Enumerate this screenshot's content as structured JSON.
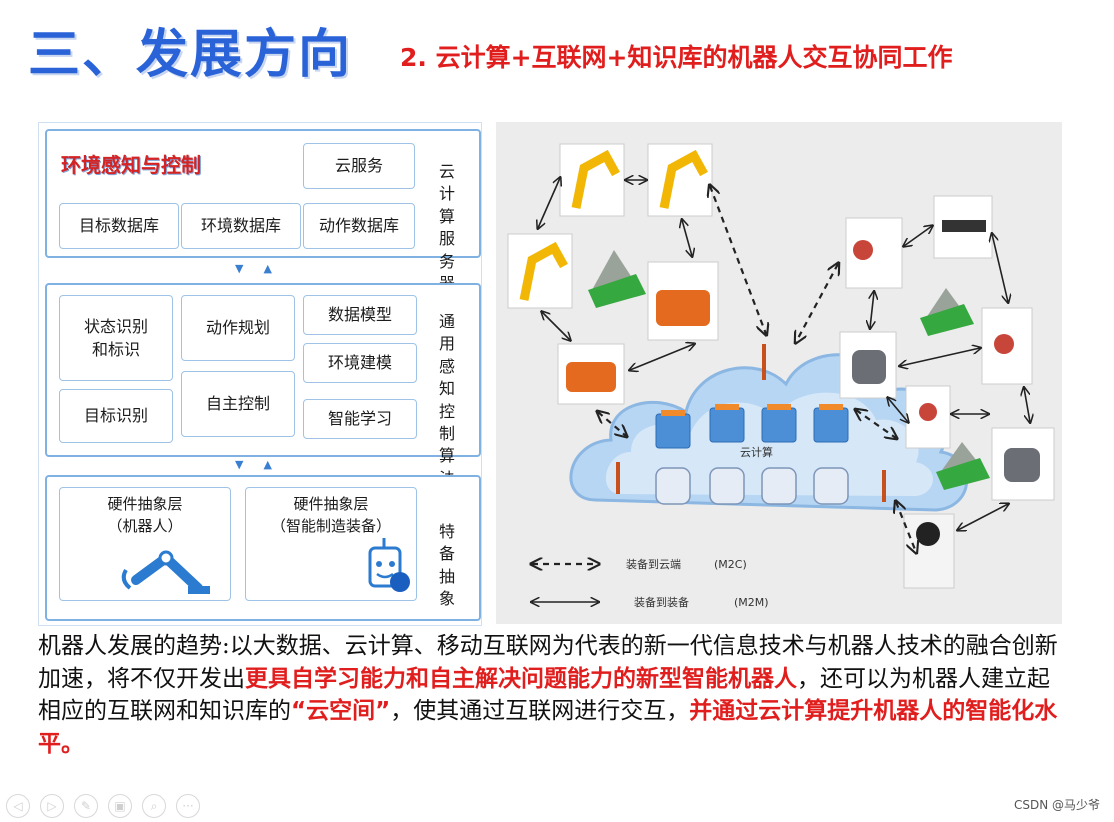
{
  "header": {
    "title": "三、发展方向",
    "subtitle": "2. 云计算+互联网+知识库的机器人交互协同工作"
  },
  "architecture": {
    "cloud": {
      "red_label": "环境感知与控制",
      "service": "云服务",
      "databases": [
        "目标数据库",
        "环境数据库",
        "动作数据库"
      ],
      "side_label": "云计\n算服\n务器"
    },
    "control": {
      "modules": [
        "状态识别\n和标识",
        "动作规划",
        "数据模型",
        "环境建模",
        "目标识别",
        "自主控制",
        "智能学习"
      ],
      "side_label": "通用\n感知\n控制\n算法"
    },
    "hardware": {
      "layers": [
        {
          "title": "硬件抽象层\n（机器人）",
          "icon": "robot-arm-icon"
        },
        {
          "title": "硬件抽象层\n（智能制造装备）",
          "icon": "robot-face-icon"
        }
      ],
      "side_label": "特备\n抽象"
    },
    "arrow_glyphs": "▼▲"
  },
  "diagram": {
    "cloud_label": "云计算",
    "legend": [
      {
        "label": "装备到云端",
        "code": "(M2C)",
        "style": "dashed"
      },
      {
        "label": "装备到装备",
        "code": "(M2M)",
        "style": "solid"
      }
    ],
    "colors": {
      "cloud": "#a9cdf0",
      "link": "#222222",
      "server": "#4d8fd6"
    }
  },
  "paragraph": {
    "p1": "机器人发展的趋势:以大数据、云计算、移动互联网为代表的新一代信息技术与机器人技术的融合创新加速，将不仅开发出",
    "hl1": "更具自学习能力和自主解决问题能力的新型智能机器人",
    "p2": "，还可以为机器人建立起相应的互联网和知识库的",
    "hl2": "“云空间”",
    "p3": "，使其通过互联网进行交互，",
    "hl3": "并通过云计算提升机器人的智能化水平。"
  },
  "toolbar": {
    "buttons": [
      "◁",
      "▷",
      "✎",
      "▣",
      "⌕",
      "···"
    ]
  },
  "watermark": "CSDN @马少爷"
}
